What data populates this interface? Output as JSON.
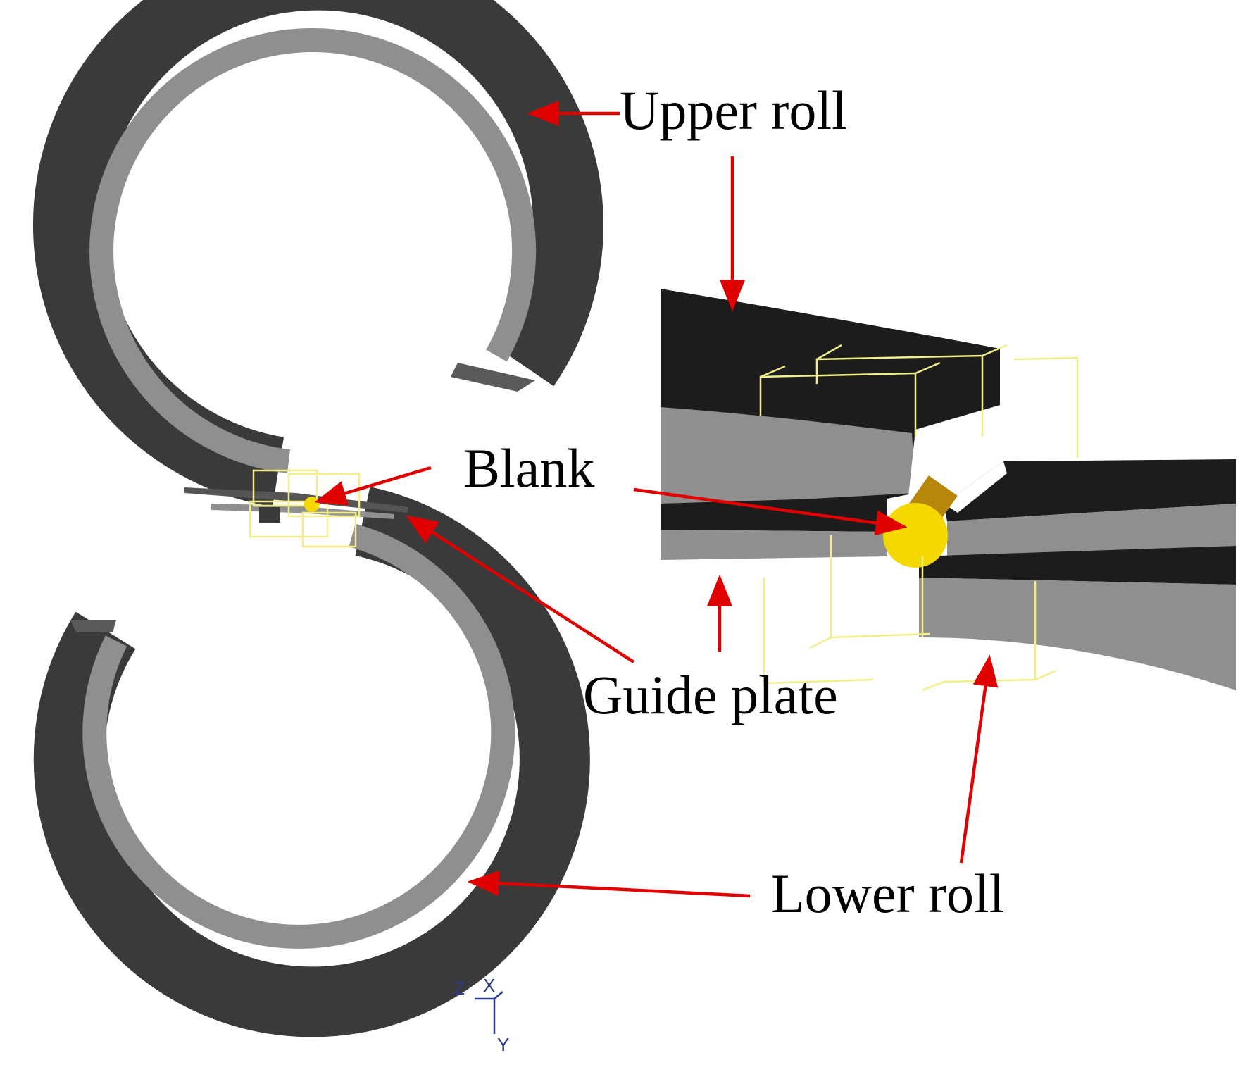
{
  "labels": {
    "upper_roll": "Upper roll",
    "blank": "Blank",
    "guide_plate": "Guide plate",
    "lower_roll": "Lower roll"
  },
  "axis_triad": {
    "z": "Z",
    "x": "X",
    "y": "Y"
  },
  "colors": {
    "roll_dark": "#3a3a3a",
    "roll_light": "#8f8f8f",
    "roll_black": "#1c1c1c",
    "blank_yellow": "#f5d800",
    "wireframe_yellow": "#f2ee8a",
    "arrow_red": "#e00000",
    "axis_blue": "#2a3a8c"
  },
  "icons": {
    "arrow": "red-arrow",
    "blank": "yellow-disc"
  }
}
